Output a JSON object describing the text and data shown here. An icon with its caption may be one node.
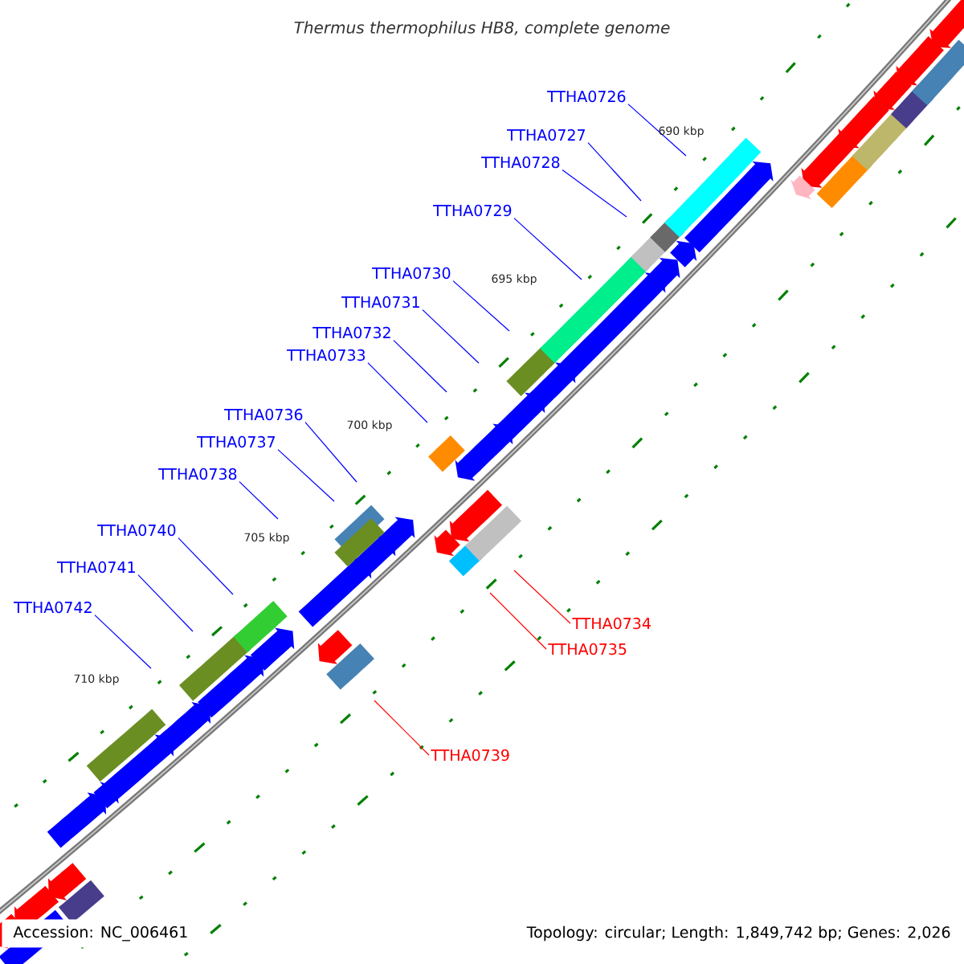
{
  "diagram": {
    "title": "Thermus thermophilus HB8, complete genome",
    "nodes": [
      {
        "text": [
          "TTHA0726"
        ]
      },
      {
        "text": [
          "TTHA0727"
        ]
      },
      {
        "text": [
          "TTHA0728"
        ]
      },
      {
        "text": [
          "TTHA0729"
        ]
      },
      {
        "text": [
          "TTHA0730"
        ]
      },
      {
        "text": [
          "TTHA0731"
        ]
      },
      {
        "text": [
          "TTHA0732"
        ]
      },
      {
        "text": [
          "TTHA0733"
        ]
      },
      {
        "text": [
          "TTHA0736"
        ]
      },
      {
        "text": [
          "TTHA0737"
        ]
      },
      {
        "text": [
          "TTHA0738"
        ]
      },
      {
        "text": [
          "TTHA0740"
        ]
      },
      {
        "text": [
          "TTHA0741"
        ]
      },
      {
        "text": [
          "TTHA0742"
        ]
      },
      {
        "text": [
          "TTHA0734"
        ]
      },
      {
        "text": [
          "TTHA0735"
        ]
      },
      {
        "text": [
          "TTHA0739"
        ]
      }
    ],
    "edges": [
      {
        "from": 0,
        "to": null,
        "arrow": "none"
      },
      {
        "from": 1,
        "to": null,
        "arrow": "none"
      },
      {
        "from": 2,
        "to": null,
        "arrow": "none"
      },
      {
        "from": 3,
        "to": null,
        "arrow": "none"
      },
      {
        "from": 4,
        "to": null,
        "arrow": "none"
      },
      {
        "from": 5,
        "to": null,
        "arrow": "none"
      },
      {
        "from": 6,
        "to": null,
        "arrow": "none"
      },
      {
        "from": 7,
        "to": null,
        "arrow": "none"
      },
      {
        "from": 8,
        "to": null,
        "arrow": "none"
      },
      {
        "from": 9,
        "to": null,
        "arrow": "none"
      },
      {
        "from": 10,
        "to": null,
        "arrow": "none"
      },
      {
        "from": 11,
        "to": null,
        "arrow": "none"
      },
      {
        "from": 12,
        "to": null,
        "arrow": "none"
      },
      {
        "from": 13,
        "to": null,
        "arrow": "none"
      },
      {
        "from": 14,
        "to": null,
        "arrow": "none",
        "color": "#ff0000"
      },
      {
        "from": 15,
        "to": null,
        "arrow": "none",
        "color": "#ff0000"
      },
      {
        "from": 16,
        "to": null,
        "arrow": "none",
        "color": "#ff0000"
      }
    ],
    "labels": [
      "690 kbp",
      "695 kbp",
      "700 kbp",
      "705 kbp",
      "710 kbp",
      "Accession: NC_006461",
      "Topology: circular; Length: 1,849,742 bp; Genes: 2,026"
    ]
  }
}
